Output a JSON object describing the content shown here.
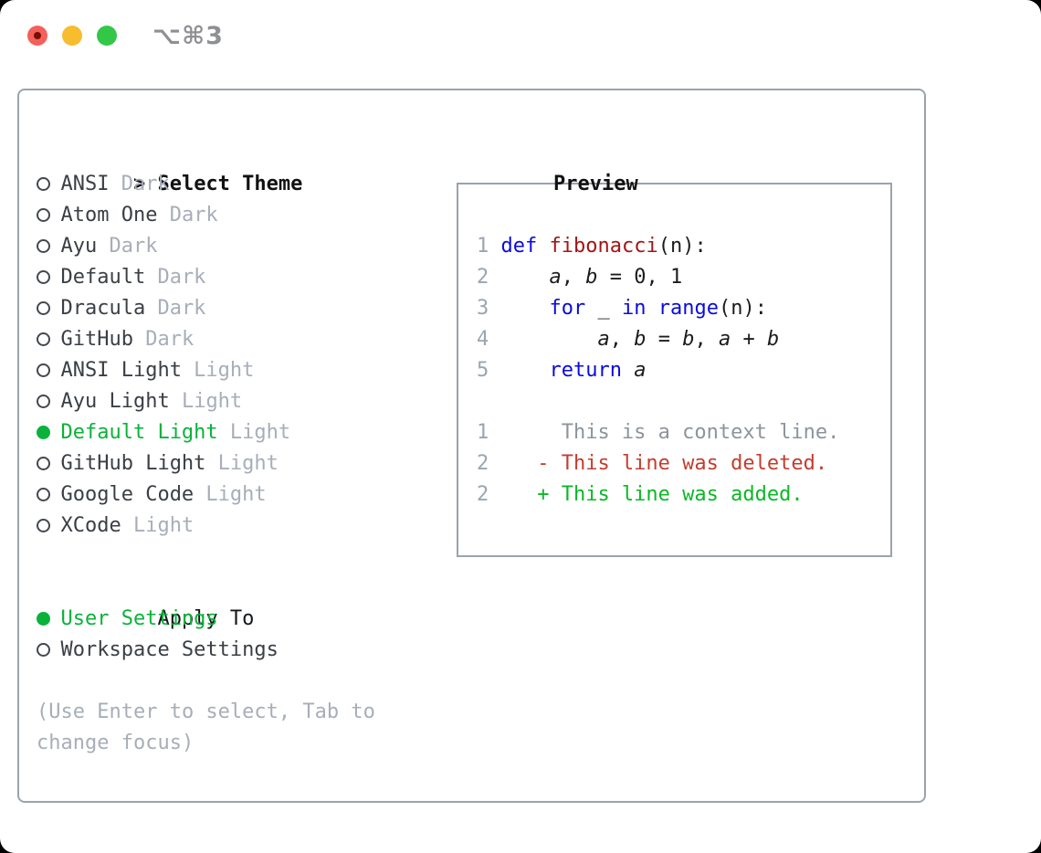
{
  "window": {
    "title": "⌥⌘3",
    "traffic_lights": {
      "close_color": "#f3605a",
      "close_dot_color": "#7c0b03",
      "minimize_color": "#f7bd2f",
      "zoom_color": "#33c748"
    }
  },
  "selector": {
    "prompt": ">",
    "title": "Select Theme",
    "themes": [
      {
        "name": "ANSI",
        "variant": "Dark",
        "selected": false
      },
      {
        "name": "Atom One",
        "variant": "Dark",
        "selected": false
      },
      {
        "name": "Ayu",
        "variant": "Dark",
        "selected": false
      },
      {
        "name": "Default",
        "variant": "Dark",
        "selected": false
      },
      {
        "name": "Dracula",
        "variant": "Dark",
        "selected": false
      },
      {
        "name": "GitHub",
        "variant": "Dark",
        "selected": false
      },
      {
        "name": "ANSI Light",
        "variant": "Light",
        "selected": false
      },
      {
        "name": "Ayu Light",
        "variant": "Light",
        "selected": false
      },
      {
        "name": "Default Light",
        "variant": "Light",
        "selected": true
      },
      {
        "name": "GitHub Light",
        "variant": "Light",
        "selected": false
      },
      {
        "name": "Google Code",
        "variant": "Light",
        "selected": false
      },
      {
        "name": "XCode",
        "variant": "Light",
        "selected": false
      }
    ],
    "apply_to": {
      "title": "Apply To",
      "options": [
        {
          "name": "User Settings",
          "selected": true
        },
        {
          "name": "Workspace Settings",
          "selected": false
        }
      ]
    },
    "hint_lines": [
      "(Use Enter to select, Tab to",
      "change focus)"
    ]
  },
  "preview": {
    "title": "Preview",
    "code_lines": [
      {
        "number": "1",
        "tokens": [
          {
            "text": "def",
            "style": "keyword"
          },
          {
            "text": " ",
            "style": "plain"
          },
          {
            "text": "fibonacci",
            "style": "function"
          },
          {
            "text": "(n):",
            "style": "plain"
          }
        ]
      },
      {
        "number": "2",
        "tokens": [
          {
            "text": "    ",
            "style": "plain"
          },
          {
            "text": "a",
            "style": "variable"
          },
          {
            "text": ", ",
            "style": "plain"
          },
          {
            "text": "b",
            "style": "variable"
          },
          {
            "text": " = 0, 1",
            "style": "plain"
          }
        ]
      },
      {
        "number": "3",
        "tokens": [
          {
            "text": "    ",
            "style": "plain"
          },
          {
            "text": "for",
            "style": "keyword"
          },
          {
            "text": " _ ",
            "style": "plain"
          },
          {
            "text": "in",
            "style": "keyword"
          },
          {
            "text": " ",
            "style": "plain"
          },
          {
            "text": "range",
            "style": "keyword"
          },
          {
            "text": "(n):",
            "style": "plain"
          }
        ]
      },
      {
        "number": "4",
        "tokens": [
          {
            "text": "        ",
            "style": "plain"
          },
          {
            "text": "a",
            "style": "variable"
          },
          {
            "text": ", ",
            "style": "plain"
          },
          {
            "text": "b",
            "style": "variable"
          },
          {
            "text": " = ",
            "style": "plain"
          },
          {
            "text": "b",
            "style": "variable"
          },
          {
            "text": ", ",
            "style": "plain"
          },
          {
            "text": "a",
            "style": "variable"
          },
          {
            "text": " + ",
            "style": "plain"
          },
          {
            "text": "b",
            "style": "variable"
          }
        ]
      },
      {
        "number": "5",
        "tokens": [
          {
            "text": "    ",
            "style": "plain"
          },
          {
            "text": "return",
            "style": "keyword"
          },
          {
            "text": " ",
            "style": "plain"
          },
          {
            "text": "a",
            "style": "variable"
          }
        ]
      }
    ],
    "diff_lines": [
      {
        "number": "1",
        "tokens": [
          {
            "text": "     This is a context line.",
            "style": "context"
          }
        ]
      },
      {
        "number": "2",
        "tokens": [
          {
            "text": "   - This line was deleted.",
            "style": "deleted"
          }
        ]
      },
      {
        "number": "2",
        "tokens": [
          {
            "text": "   + This line was added.",
            "style": "added"
          }
        ]
      }
    ]
  },
  "colors": {
    "selected_green": "#0ab23a",
    "keyword_blue": "#0b0bdd",
    "function_red": "#a31515",
    "added_green": "#0bb826",
    "deleted_red": "#c33d2e",
    "context_gray": "#8d949c",
    "muted_gray": "#a7aeb9",
    "line_number_gray": "#9aa5b1",
    "panel_border_gray": "#9aa3ae"
  }
}
